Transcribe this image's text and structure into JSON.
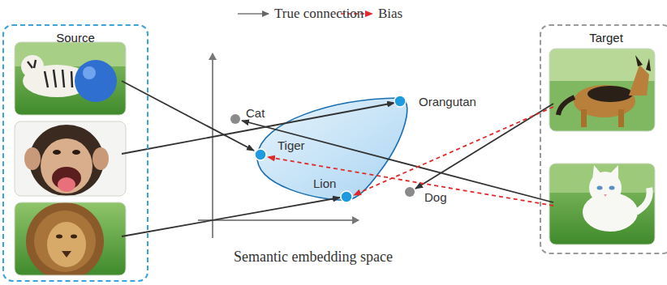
{
  "diagram": {
    "nodes": [
      {
        "text": [
          "Source"
        ]
      },
      {
        "text": [
          "Target"
        ]
      }
    ],
    "labels": [
      "Cat",
      "Orangutan",
      "Tiger",
      "Lion",
      "Dog",
      "Semantic embedding space"
    ],
    "legend": [
      {
        "text": "True connection"
      },
      {
        "text": "Bias"
      }
    ]
  }
}
